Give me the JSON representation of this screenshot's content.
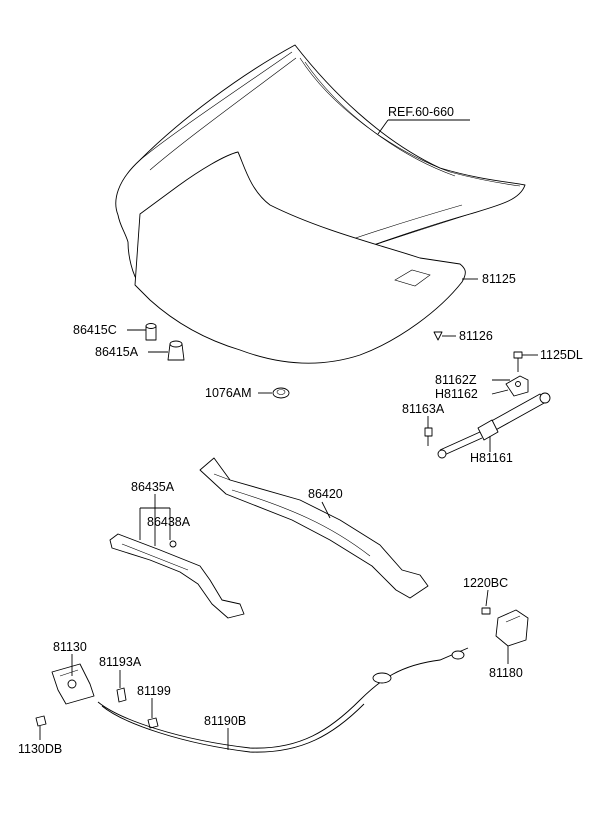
{
  "diagram": {
    "labels": {
      "ref": "REF.60-660",
      "p81125": "81125",
      "p86415C": "86415C",
      "p86415A": "86415A",
      "p81126": "81126",
      "p1125DL": "1125DL",
      "p81162Z": "81162Z",
      "pH81162": "H81162",
      "p1076AM": "1076AM",
      "p81163A": "81163A",
      "pH81161": "H81161",
      "p86435A": "86435A",
      "p86420": "86420",
      "p86438A": "86438A",
      "p1220BC": "1220BC",
      "p81130": "81130",
      "p81193A": "81193A",
      "p81199": "81199",
      "p81180": "81180",
      "p81190B": "81190B",
      "p1130DB": "1130DB"
    }
  }
}
